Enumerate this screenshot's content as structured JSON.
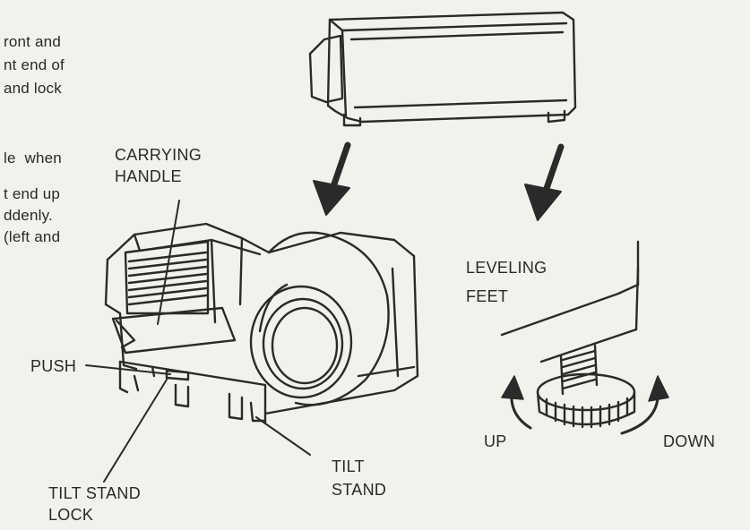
{
  "body_text": {
    "line1": "ront and",
    "line2": "nt end of",
    "line3": "and lock",
    "line4": "le  when",
    "line5": "t end up",
    "line6": "ddenly.",
    "line7": "(left and"
  },
  "labels": {
    "carrying_handle_1": "CARRYING",
    "carrying_handle_2": "HANDLE",
    "leveling_feet_1": "LEVELING",
    "leveling_feet_2": "FEET",
    "push": "PUSH",
    "tilt_stand_lock_1": "TILT STAND",
    "tilt_stand_lock_2": "LOCK",
    "tilt_stand_1": "TILT",
    "tilt_stand_2": "STAND",
    "up": "UP",
    "down": "DOWN"
  },
  "colors": {
    "paper": "#f2f1ec",
    "ink": "#2a2a2a"
  }
}
